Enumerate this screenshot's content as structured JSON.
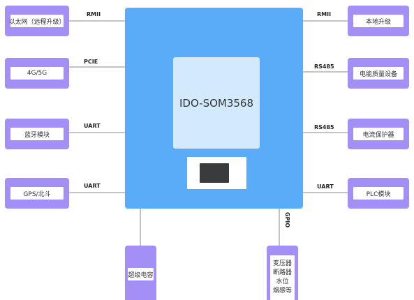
{
  "core": {
    "name": "IDO-SOM3568"
  },
  "left_modules": [
    {
      "label": "以太网（远程升级）",
      "interface": "RMII"
    },
    {
      "label": "4G/5G",
      "interface": "PCIE"
    },
    {
      "label": "蓝牙模块",
      "interface": "UART"
    },
    {
      "label": "GPS/北斗",
      "interface": "UART"
    }
  ],
  "right_modules": [
    {
      "label": "本地升级",
      "interface": "RMII"
    },
    {
      "label": "电能质量设备",
      "interface": "RS485"
    },
    {
      "label": "电流保护器",
      "interface": "RS485"
    },
    {
      "label": "PLC模块",
      "interface": "UART"
    }
  ],
  "bottom_modules": {
    "storage": {
      "label": "超级电容"
    },
    "gpio": {
      "interface": "GPIO",
      "lines": [
        "变压器",
        "断路器",
        "水位",
        "烟感等"
      ]
    }
  },
  "colors": {
    "board": "#5aacf8",
    "soc": "#d3e9fc",
    "module": "#a48ff6",
    "line": "#888888"
  }
}
